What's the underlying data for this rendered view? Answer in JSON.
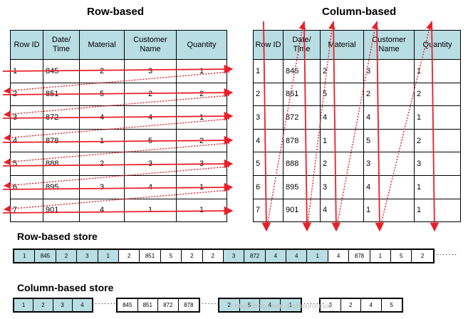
{
  "titles": {
    "row_based": "Row-based",
    "column_based": "Column-based",
    "row_store": "Row-based store",
    "column_store": "Column-based store"
  },
  "headers": [
    "Row ID",
    "Date/ Time",
    "Material",
    "Customer Name",
    "Quantity"
  ],
  "rows": [
    [
      "1",
      "845",
      "2",
      "3",
      "1"
    ],
    [
      "2",
      "851",
      "5",
      "2",
      "2"
    ],
    [
      "3",
      "872",
      "4",
      "4",
      "1"
    ],
    [
      "4",
      "878",
      "1",
      "5",
      "2"
    ],
    [
      "5",
      "888",
      "2",
      "3",
      "3"
    ],
    [
      "6",
      "895",
      "3",
      "4",
      "1"
    ],
    [
      "7",
      "901",
      "4",
      "1",
      "1"
    ]
  ],
  "row_store": {
    "cells": [
      "1",
      "845",
      "2",
      "3",
      "1",
      "2",
      "851",
      "5",
      "2",
      "2",
      "3",
      "872",
      "4",
      "4",
      "1",
      "4",
      "878",
      "1",
      "5",
      "2"
    ],
    "highlight_ranges": [
      [
        0,
        4
      ],
      [
        10,
        14
      ]
    ]
  },
  "column_store": {
    "groups": [
      {
        "cells": [
          "1",
          "2",
          "3",
          "4"
        ],
        "highlight": true
      },
      {
        "cells": [
          "845",
          "851",
          "872",
          "878"
        ],
        "highlight": false
      },
      {
        "cells": [
          "2",
          "5",
          "4",
          "1"
        ],
        "highlight": true
      },
      {
        "cells": [
          "3",
          "2",
          "4",
          "5"
        ],
        "highlight": false
      }
    ]
  },
  "dots": "·······",
  "watermark": "http://blog.csdn.net/linxinxinxin",
  "colors": {
    "header_bg": "#b8dde3",
    "arrow": "#e8202a",
    "border": "#000000"
  }
}
